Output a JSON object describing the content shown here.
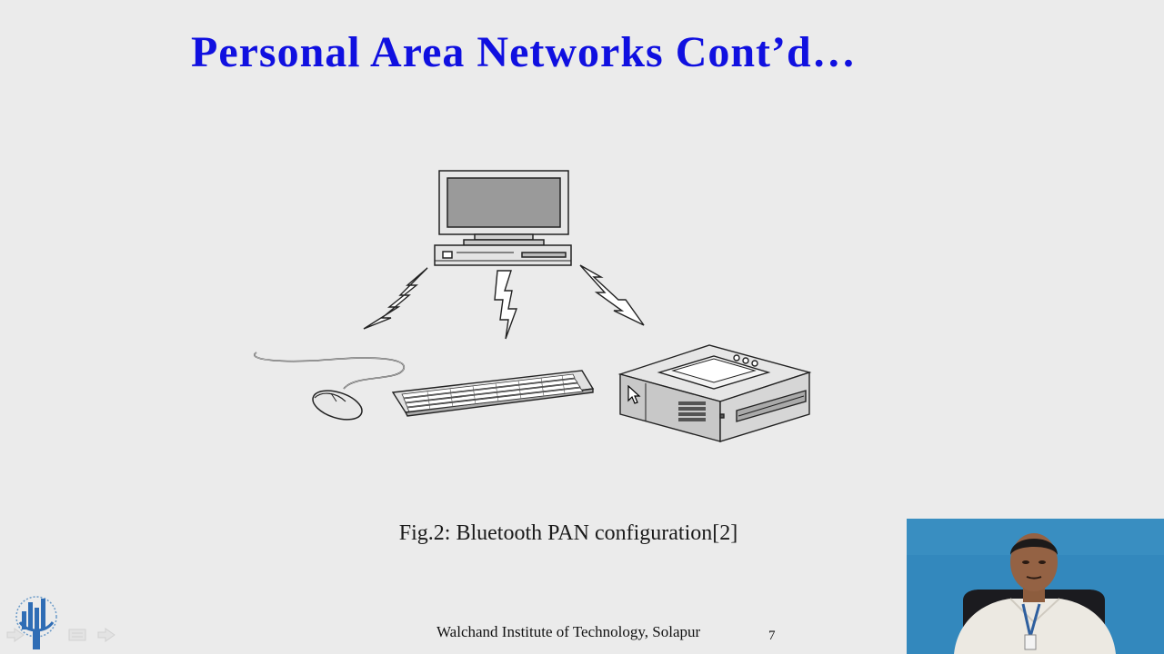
{
  "slide": {
    "title": "Personal Area Networks Cont’d…",
    "caption": "Fig.2: Bluetooth PAN configuration[2]",
    "institution": "Walchand Institute of Technology, Solapur",
    "page_number": "7"
  },
  "figure": {
    "devices": [
      "computer-icon",
      "mouse-icon",
      "keyboard-icon",
      "printer-icon"
    ],
    "links": [
      "lightning-bolt-icon",
      "lightning-bolt-icon",
      "lightning-bolt-icon"
    ]
  },
  "colors": {
    "title": "#1010e0",
    "background": "#ebebeb",
    "webcam_bg": "#3088bc"
  }
}
